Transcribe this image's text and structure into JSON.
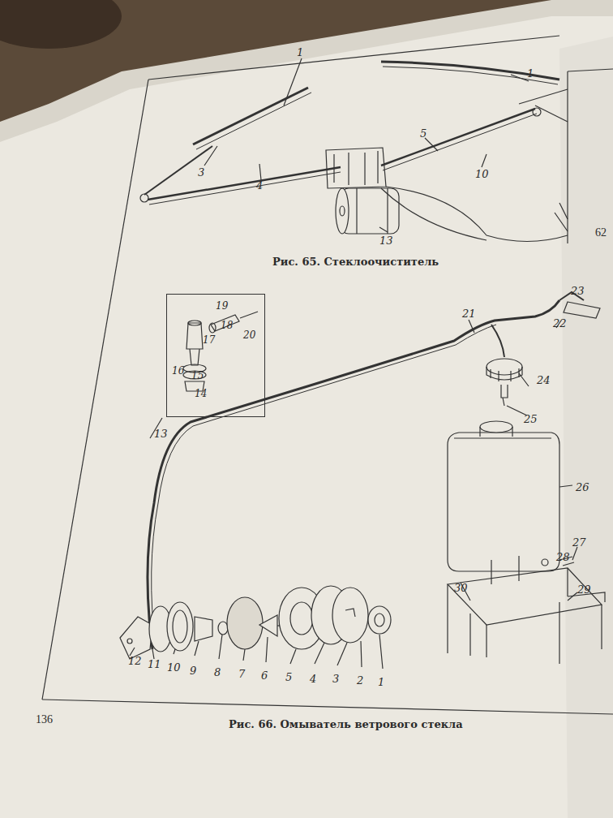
{
  "diagram": {
    "caption": "Рис. 66. Омыватель ветрового стекла",
    "nodes": [
      {
        "text": [
          "19",
          "18",
          "20",
          "17",
          "16",
          "15",
          "14"
        ]
      }
    ],
    "edges": [],
    "labels": [
      "1",
      "1",
      "3",
      "4",
      "5",
      "10",
      "13",
      "Рис. 65. Стеклоочиститель",
      "13",
      "21",
      "22",
      "23",
      "24",
      "25",
      "26",
      "27",
      "28",
      "29",
      "30",
      "12",
      "11",
      "10",
      "9",
      "8",
      "7",
      "6",
      "5",
      "4",
      "3",
      "2",
      "1",
      "136",
      "62"
    ]
  }
}
